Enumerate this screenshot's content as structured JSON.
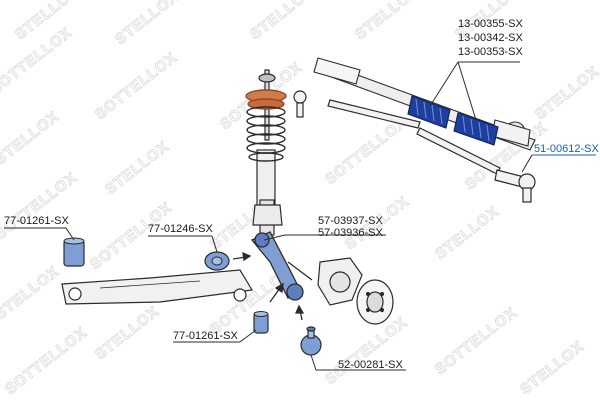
{
  "watermark": {
    "brand_primary": "STELLOX",
    "brand_secondary": "SOTTELLOX"
  },
  "colors": {
    "text": "#1a1a1a",
    "accent": "#1f5fb0",
    "boot_blue": "#1f3f9f",
    "spring_brown": "#8b4a2b",
    "line": "#2b2b2b",
    "watermark": "#d9d9d9"
  },
  "labels": {
    "rack_boot_1": "13-00355-SX",
    "rack_boot_2": "13-00342-SX",
    "rack_boot_3": "13-00353-SX",
    "tie_rod_end": "51-00612-SX",
    "bushing_left": "77-01261-SX",
    "bushing_center": "77-01246-SX",
    "control_arm_1": "57-03937-SX",
    "control_arm_2": "57-03936-SX",
    "bushing_bottom": "77-01261-SX",
    "ball_joint": "52-00281-SX"
  }
}
